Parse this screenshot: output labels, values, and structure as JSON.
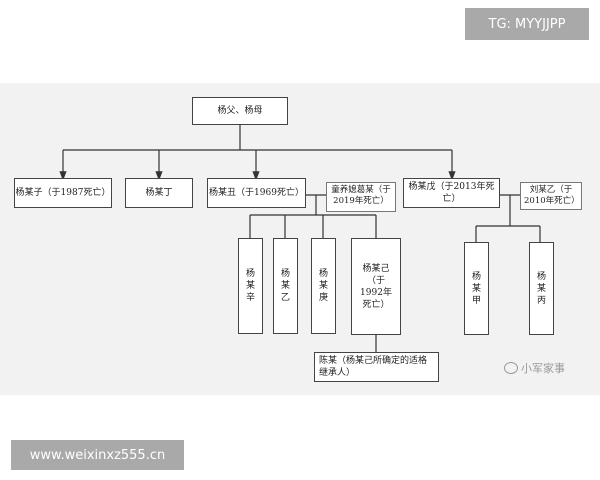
{
  "tags": {
    "top_right": "TG: MYYJJPP",
    "bottom_left": "www.weixinxz555.cn"
  },
  "watermark": {
    "text": "小军家事",
    "icon": "wechat-icon"
  },
  "tree": {
    "parents": "杨父、杨母",
    "child_zi": "杨某子（于1987死亡）",
    "child_ding": "杨某丁",
    "child_chou": "杨某丑（于1969死亡）",
    "chou_spouse": "童养媳葛某（于2019年死亡）",
    "child_wu": "杨某戊（于2013年死亡）",
    "wu_spouse": "刘某乙（于2010年死亡）",
    "gc_xin": "杨某辛",
    "gc_yi": "杨某乙",
    "gc_geng": "杨某庚",
    "gc_ji": "杨某己（于1992年死亡）",
    "gc_jia": "杨某甲",
    "gc_bing": "杨某丙",
    "heir": "陈某（杨某己所确定的适格继承人）"
  },
  "colors": {
    "line": "#333333",
    "panel": "#f2f2f2",
    "tag_bg": "#a9a9a9"
  }
}
